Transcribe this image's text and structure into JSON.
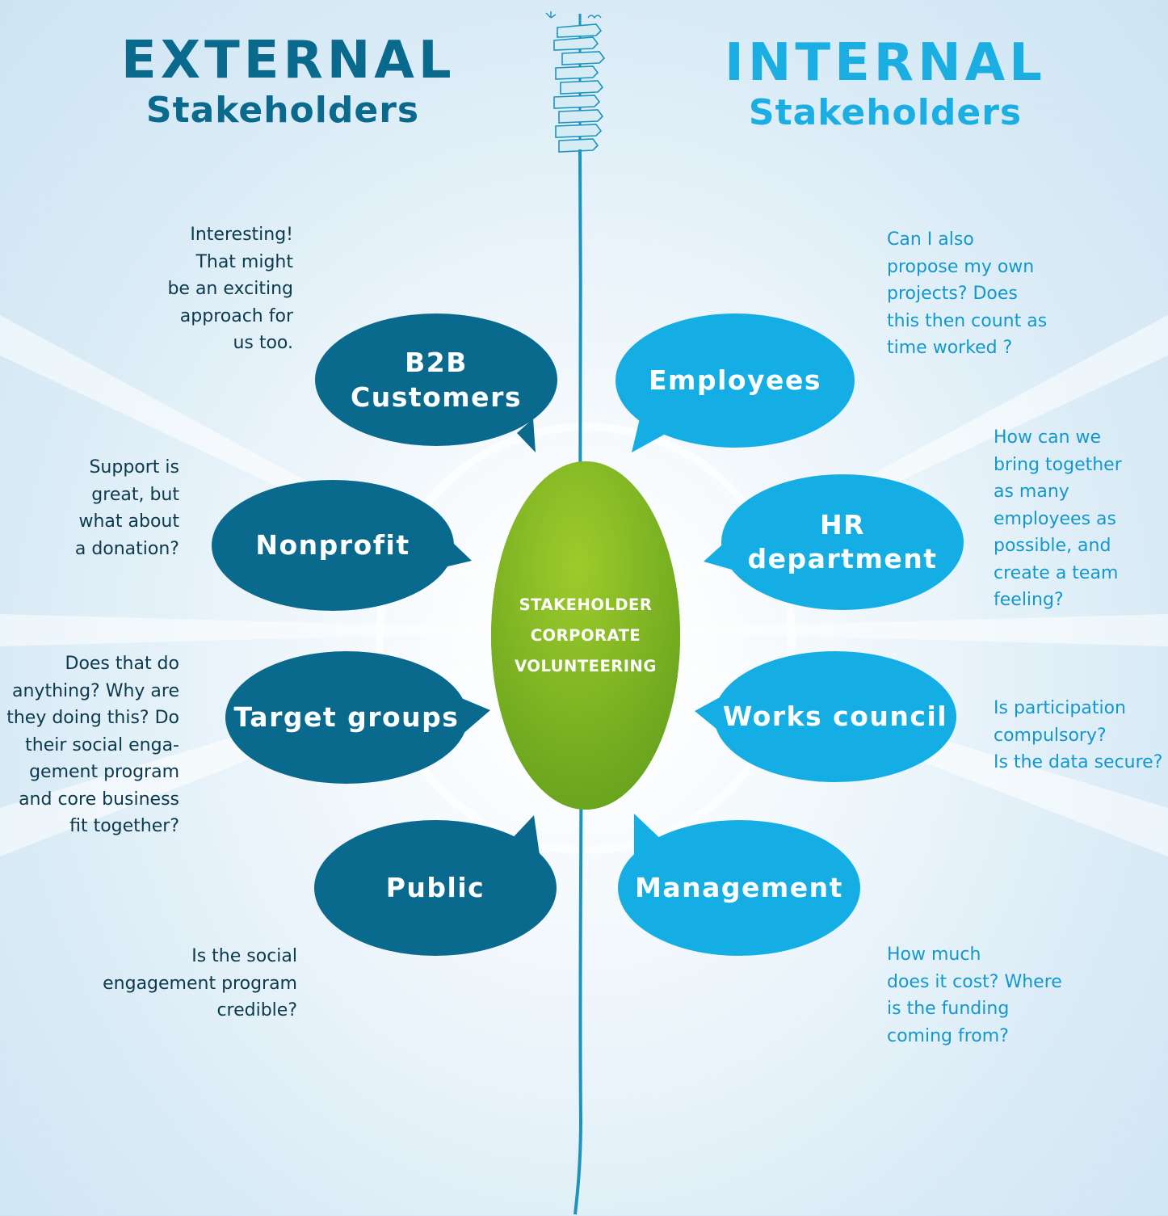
{
  "external": {
    "title_big": "EXTERNAL",
    "title_small": "Stakeholders",
    "bubbles": [
      {
        "label": "B2B\nCustomers",
        "question": "Interesting!\nThat might\nbe an exciting\napproach for\nus too."
      },
      {
        "label": "Nonprofit",
        "question": "Support is\ngreat, but\nwhat about\na donation?"
      },
      {
        "label": "Target groups",
        "question": "Does that do\nanything? Why are\nthey doing this? Do\ntheir social enga-\ngement program\nand core business\nfit together?"
      },
      {
        "label": "Public",
        "question": "Is the social\nengagement program\ncredible?"
      }
    ]
  },
  "internal": {
    "title_big": "INTERNAL",
    "title_small": "Stakeholders",
    "bubbles": [
      {
        "label": "Employees",
        "question": "Can I also\npropose my own\nprojects? Does\nthis then count as\ntime worked ?"
      },
      {
        "label": "HR\ndepartment",
        "question": "How can we\nbring together\nas many\nemployees as\npossible, and\ncreate a team\nfeeling?"
      },
      {
        "label": "Works council",
        "question": "Is participation\ncompulsory?\nIs the data secure?"
      },
      {
        "label": "Management",
        "question": "How much\ndoes it cost? Where\nis the funding\ncoming from?"
      }
    ]
  },
  "center": {
    "label": "STAKEHOLDER\nCORPORATE\nVOLUNTEERING"
  },
  "colors": {
    "external_bubble": "#0a6a8e",
    "internal_bubble": "#15aee4",
    "center": "#8cbf26",
    "rope": "#1b95be"
  },
  "icons": {
    "signpost": "signpost-icon"
  }
}
